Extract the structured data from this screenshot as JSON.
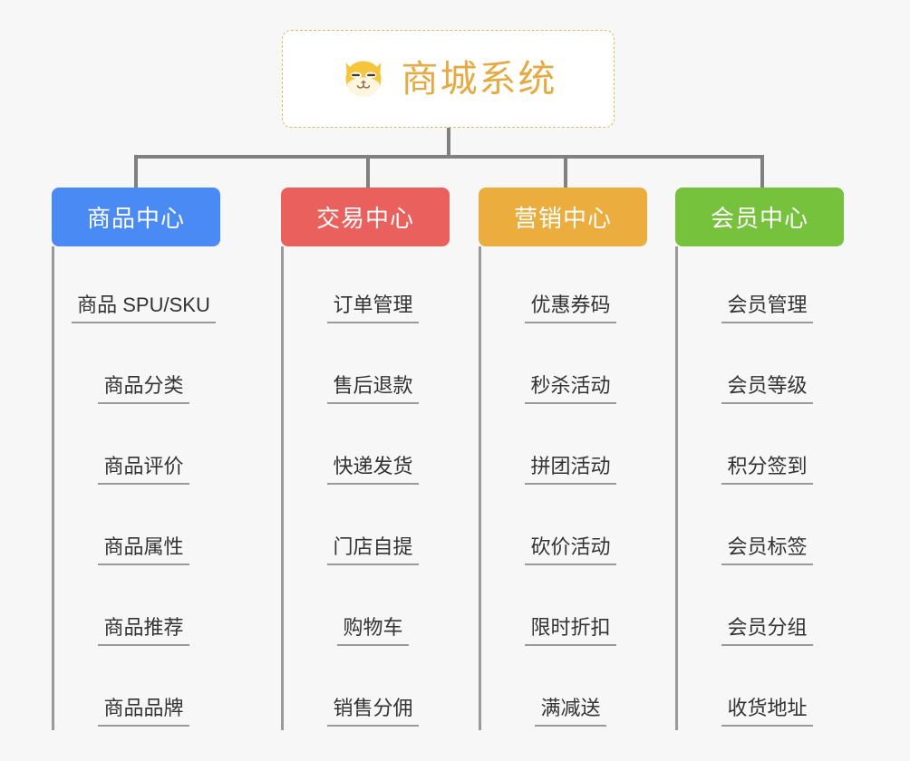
{
  "root": {
    "title": "商城系统",
    "icon": "shiba-dog-face-icon",
    "border_color": "#e8b75a",
    "text_color": "#e5ab42",
    "background": "#ffffff"
  },
  "canvas": {
    "background": "#f7f7f7",
    "connector_color": "#808080"
  },
  "branches": [
    {
      "label": "商品中心",
      "color": "#4a8af4",
      "items": [
        "商品 SPU/SKU",
        "商品分类",
        "商品评价",
        "商品属性",
        "商品推荐",
        "商品品牌"
      ]
    },
    {
      "label": "交易中心",
      "color": "#e9605c",
      "items": [
        "订单管理",
        "售后退款",
        "快递发货",
        "门店自提",
        "购物车",
        "销售分佣"
      ]
    },
    {
      "label": "营销中心",
      "color": "#eaad3e",
      "items": [
        "优惠券码",
        "秒杀活动",
        "拼团活动",
        "砍价活动",
        "限时折扣",
        "满减送"
      ]
    },
    {
      "label": "会员中心",
      "color": "#76c23d",
      "items": [
        "会员管理",
        "会员等级",
        "积分签到",
        "会员标签",
        "会员分组",
        "收货地址"
      ]
    }
  ]
}
